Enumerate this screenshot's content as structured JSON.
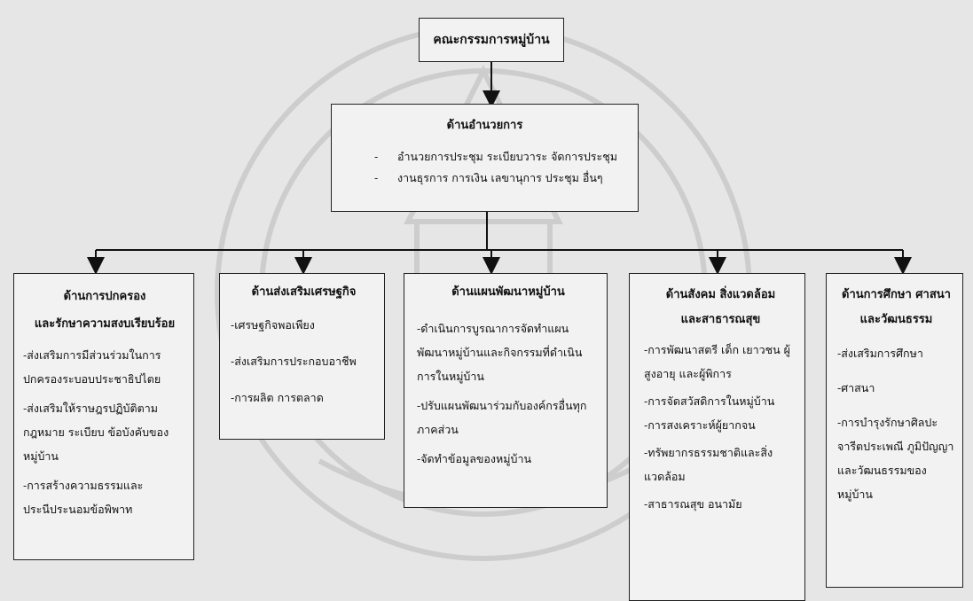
{
  "root": {
    "title": "คณะกรรมการหมู่บ้าน"
  },
  "admin": {
    "title": "ด้านอำนวยการ",
    "items": [
      "อำนวยการประชุม ระเบียบวาระ จัดการประชุม",
      "งานธุรการ การเงิน เลขานุการ ประชุม อื่นๆ"
    ]
  },
  "columns": [
    {
      "title": [
        "ด้านการปกครอง",
        "และรักษาความสงบเรียบร้อย"
      ],
      "items": [
        "-ส่งเสริมการมีส่วนร่วมในการปกครองระบอบประชาธิปไตย",
        "-ส่งเสริมให้ราษฎรปฏิบัติตามกฎหมาย ระเบียบ ข้อบังคับของหมู่บ้าน",
        "-การสร้างความธรรมและประนีประนอมข้อพิพาท"
      ]
    },
    {
      "title": [
        "ด้านส่งเสริมเศรษฐกิจ"
      ],
      "items": [
        "-เศรษฐกิจพอเพียง",
        "-ส่งเสริมการประกอบอาชีพ",
        "-การผลิต การตลาด"
      ]
    },
    {
      "title": [
        "ด้านแผนพัฒนาหมู่บ้าน"
      ],
      "items": [
        "-ดำเนินการบูรณาการจัดทำแผนพัฒนาหมู่บ้านและกิจกรรมที่ดำเนินการในหมู่บ้าน",
        "-ปรับแผนพัฒนาร่วมกับองค์กรอื่นทุกภาคส่วน",
        "-จัดทำข้อมูลของหมู่บ้าน"
      ]
    },
    {
      "title": [
        "ด้านสังคม สิ่งแวดล้อม",
        "และสาธารณสุข"
      ],
      "items": [
        "-การพัฒนาสตรี เด็ก เยาวชน ผู้สูงอายุ และผู้พิการ",
        "-การจัดสวัสดิการในหมู่บ้าน",
        "-การสงเคราะห์ผู้ยากจน",
        "-ทรัพยากรธรรมชาติและสิ่งแวดล้อม",
        "-สาธารณสุข อนามัย"
      ]
    },
    {
      "title": [
        "ด้านการศึกษา ศาสนา",
        "และวัฒนธรรม"
      ],
      "items": [
        "-ส่งเสริมการศึกษา",
        "-ศาสนา",
        "-การบำรุงรักษาศิลปะจารีตประเพณี ภูมิปัญญาและวัฒนธรรมของหมู่บ้าน"
      ]
    }
  ]
}
